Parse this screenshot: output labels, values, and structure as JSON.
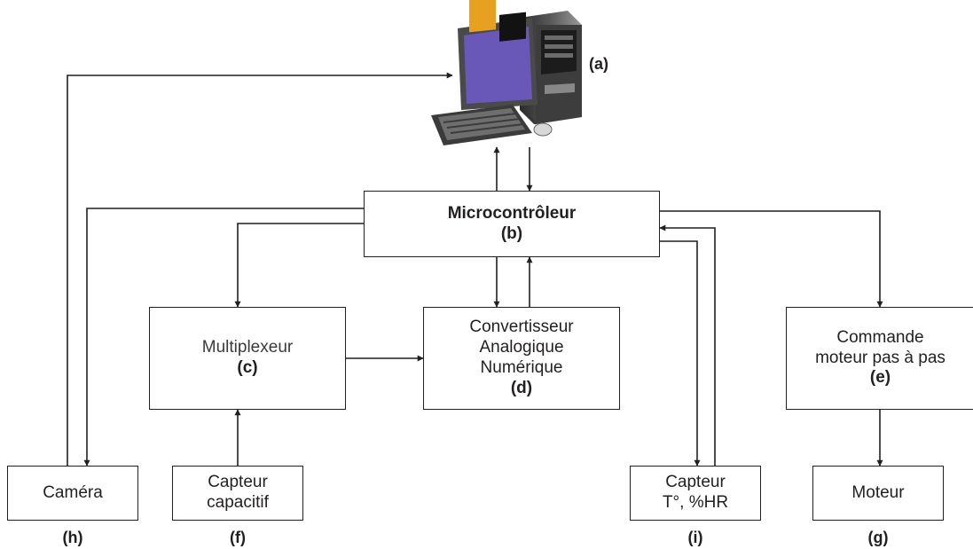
{
  "computer": {
    "label": "(a)"
  },
  "micro": {
    "title": "Microcontrôleur",
    "label": "(b)"
  },
  "mux": {
    "title": "Multiplexeur",
    "label": "(c)"
  },
  "adc": {
    "line1": "Convertisseur",
    "line2": "Analogique",
    "line3": "Numérique",
    "label": "(d)"
  },
  "stepper": {
    "line1": "Commande",
    "line2": "moteur pas à  pas",
    "label": "(e)"
  },
  "camera": {
    "title": "Caméra",
    "label": "(h)"
  },
  "capsensor": {
    "line1": "Capteur",
    "line2": "capacitif",
    "label": "(f)"
  },
  "thsensor": {
    "line1": "Capteur",
    "line2": "T°, %HR",
    "label": "(i)"
  },
  "motor": {
    "title": "Moteur",
    "label": "(g)"
  }
}
